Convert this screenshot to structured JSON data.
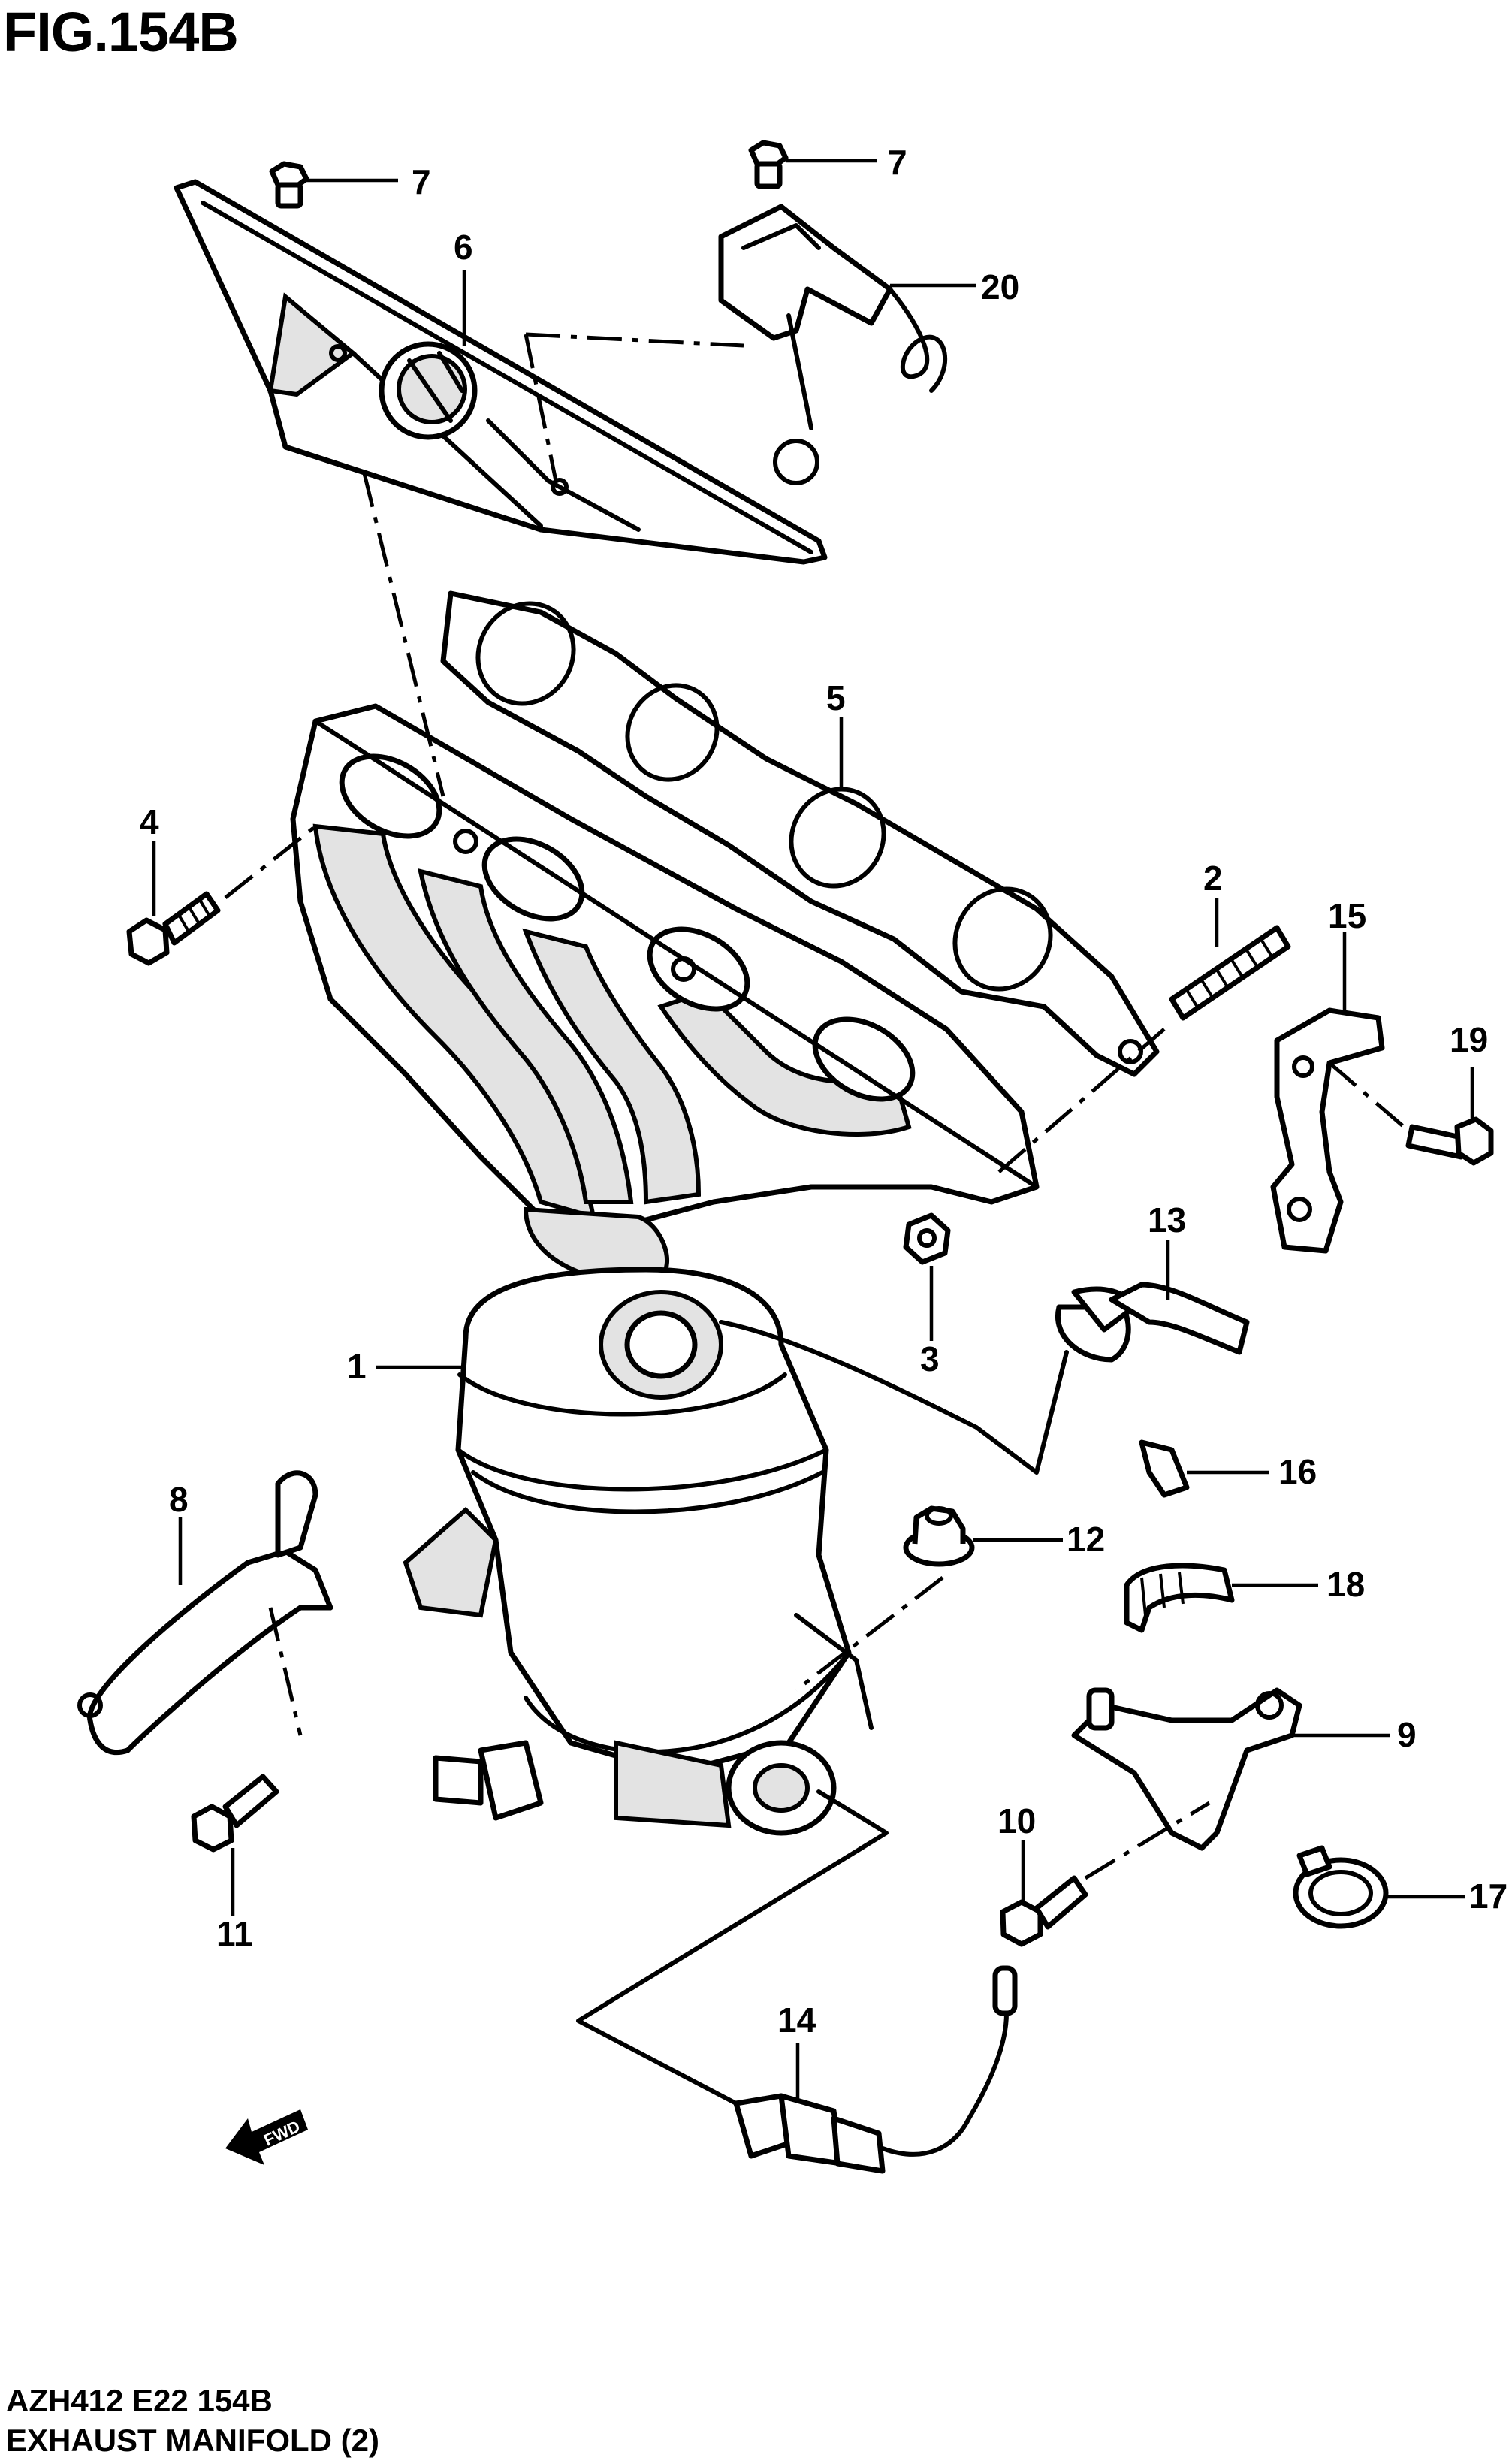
{
  "figure": {
    "title": "FIG.154B",
    "code": "AZH412 E22 154B",
    "name": "EXHAUST MANIFOLD (2)"
  },
  "callouts": [
    {
      "id": "1",
      "label": "1"
    },
    {
      "id": "2",
      "label": "2"
    },
    {
      "id": "3",
      "label": "3"
    },
    {
      "id": "4",
      "label": "4"
    },
    {
      "id": "5",
      "label": "5"
    },
    {
      "id": "6",
      "label": "6"
    },
    {
      "id": "7a",
      "label": "7"
    },
    {
      "id": "7b",
      "label": "7"
    },
    {
      "id": "8",
      "label": "8"
    },
    {
      "id": "9",
      "label": "9"
    },
    {
      "id": "10",
      "label": "10"
    },
    {
      "id": "11",
      "label": "11"
    },
    {
      "id": "12",
      "label": "12"
    },
    {
      "id": "13",
      "label": "13"
    },
    {
      "id": "14",
      "label": "14"
    },
    {
      "id": "15",
      "label": "15"
    },
    {
      "id": "16",
      "label": "16"
    },
    {
      "id": "17",
      "label": "17"
    },
    {
      "id": "18",
      "label": "18"
    },
    {
      "id": "19",
      "label": "19"
    },
    {
      "id": "20",
      "label": "20"
    }
  ],
  "direction_marker": {
    "label": "FWD",
    "icon": "forward-arrow-icon"
  }
}
